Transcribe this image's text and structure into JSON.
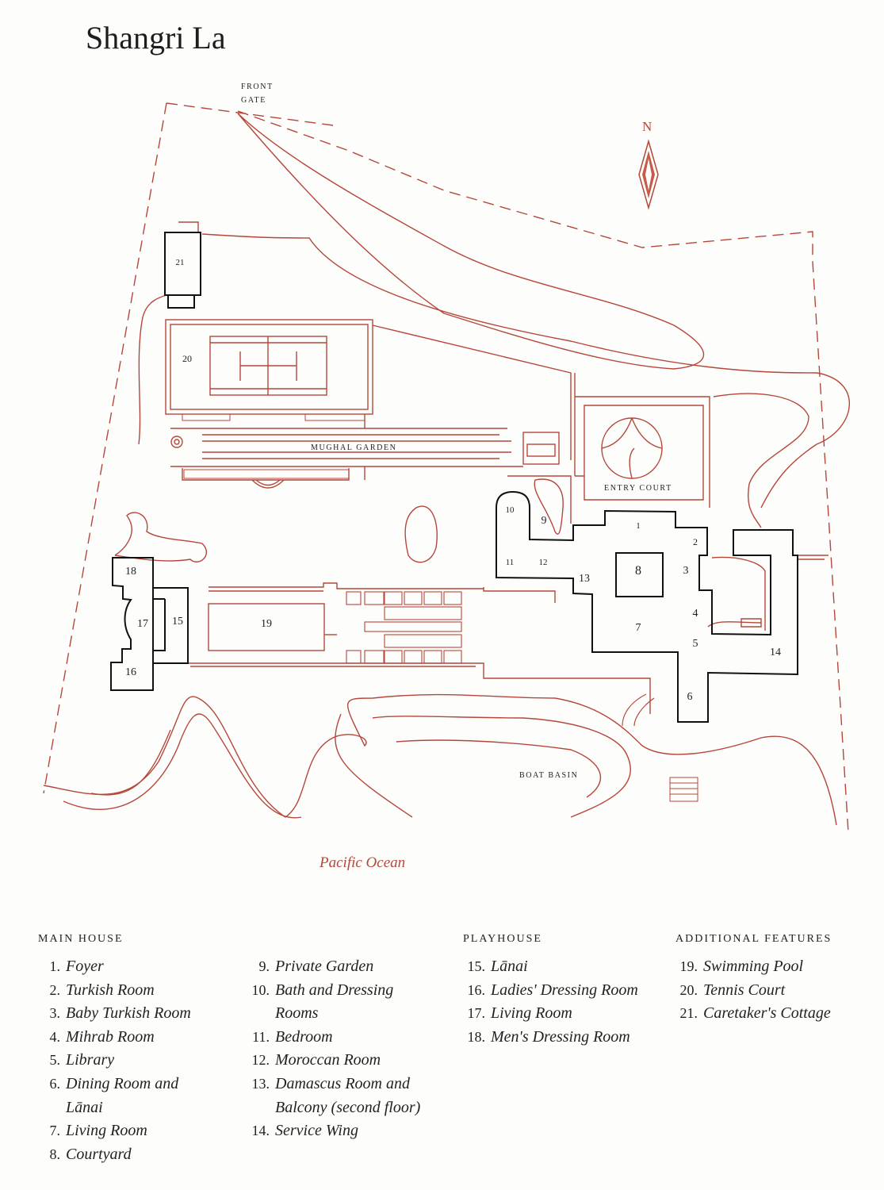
{
  "title": "Shangri La",
  "colors": {
    "plan_line": "#b5473a",
    "building_line": "#111111"
  },
  "map_labels": {
    "front_gate_1": "FRONT",
    "front_gate_2": "GATE",
    "north": "N",
    "mughal_garden": "MUGHAL GARDEN",
    "entry_court": "ENTRY COURT",
    "boat_basin": "BOAT BASIN",
    "pacific_ocean": "Pacific Ocean"
  },
  "legend": [
    {
      "heading": "MAIN HOUSE",
      "items": [
        {
          "n": "1.",
          "label": "Foyer"
        },
        {
          "n": "2.",
          "label": "Turkish Room"
        },
        {
          "n": "3.",
          "label": "Baby Turkish Room"
        },
        {
          "n": "4.",
          "label": "Mihrab Room"
        },
        {
          "n": "5.",
          "label": "Library"
        },
        {
          "n": "6.",
          "label": "Dining Room and\nLānai"
        },
        {
          "n": "7.",
          "label": "Living Room"
        },
        {
          "n": "8.",
          "label": "Courtyard"
        }
      ]
    },
    {
      "heading": "",
      "items": [
        {
          "n": "9.",
          "label": "Private Garden"
        },
        {
          "n": "10.",
          "label": "Bath and Dressing\nRooms"
        },
        {
          "n": "11.",
          "label": "Bedroom"
        },
        {
          "n": "12.",
          "label": "Moroccan Room"
        },
        {
          "n": "13.",
          "label": "Damascus Room and\nBalcony (second floor)"
        },
        {
          "n": "14.",
          "label": "Service Wing"
        }
      ]
    },
    {
      "heading": "PLAYHOUSE",
      "items": [
        {
          "n": "15.",
          "label": "Lānai"
        },
        {
          "n": "16.",
          "label": "Ladies' Dressing Room"
        },
        {
          "n": "17.",
          "label": "Living Room"
        },
        {
          "n": "18.",
          "label": "Men's Dressing Room"
        }
      ]
    },
    {
      "heading": "ADDITIONAL FEATURES",
      "items": [
        {
          "n": "19.",
          "label": "Swimming Pool"
        },
        {
          "n": "20.",
          "label": "Tennis Court"
        },
        {
          "n": "21.",
          "label": "Caretaker's Cottage"
        }
      ]
    }
  ],
  "room_numbers": [
    "1",
    "2",
    "3",
    "4",
    "5",
    "6",
    "7",
    "8",
    "9",
    "10",
    "11",
    "12",
    "13",
    "14",
    "15",
    "16",
    "17",
    "18",
    "19",
    "20",
    "21"
  ]
}
